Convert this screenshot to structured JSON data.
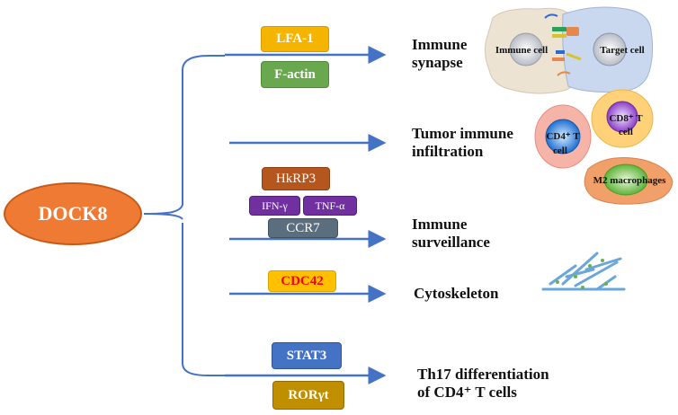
{
  "hub": {
    "label": "DOCK8",
    "color": "#ee7a33"
  },
  "branches": [
    {
      "outcome_line1": "Immune",
      "outcome_line2": "synapse",
      "molecules": [
        {
          "label": "LFA-1",
          "fill": "#f5b400",
          "text_color": "#ffffff"
        },
        {
          "label": "F-actin",
          "fill": "#6aa84f",
          "text_color": "#ffffff"
        }
      ]
    },
    {
      "outcome_line1": "Tumor immune",
      "outcome_line2": "infiltration",
      "molecules": []
    },
    {
      "outcome_line1": "Immune",
      "outcome_line2": "surveillance",
      "molecules": [
        {
          "label": "HkRP3",
          "fill": "#b6561f",
          "text_color": "#ffffff"
        },
        {
          "label": "IFN-γ",
          "fill": "#7030a0",
          "text_color": "#ffffff"
        },
        {
          "label": "TNF-α",
          "fill": "#7030a0",
          "text_color": "#ffffff"
        },
        {
          "label": "CCR7",
          "fill": "#5a6e7d",
          "text_color": "#ffffff"
        }
      ]
    },
    {
      "outcome_line1": "Cytoskeleton",
      "outcome_line2": "",
      "molecules": [
        {
          "label": "CDC42",
          "fill": "#ffc000",
          "text_color": "#ff0000"
        }
      ]
    },
    {
      "outcome_line1": "Th17 differentiation",
      "outcome_line2": "of CD4⁺ T cells",
      "molecules": [
        {
          "label": "STAT3",
          "fill": "#4472c4",
          "text_color": "#ffffff"
        },
        {
          "label": "RORγt",
          "fill": "#bf8f00",
          "text_color": "#ffffff"
        }
      ]
    }
  ],
  "illustrations": {
    "synapse": {
      "immune_cell": "Immune  cell",
      "target_cell": "Target cell"
    },
    "tumor": {
      "cd8_line1": "CD8⁺ T",
      "cd8_line2": "cell",
      "cd4_line1": "CD4⁺ T",
      "cd4_line2": "cell",
      "macrophage": "M2 macrophages"
    }
  },
  "colors": {
    "arrow": "#4472c4",
    "bracket": "#4472c4"
  }
}
